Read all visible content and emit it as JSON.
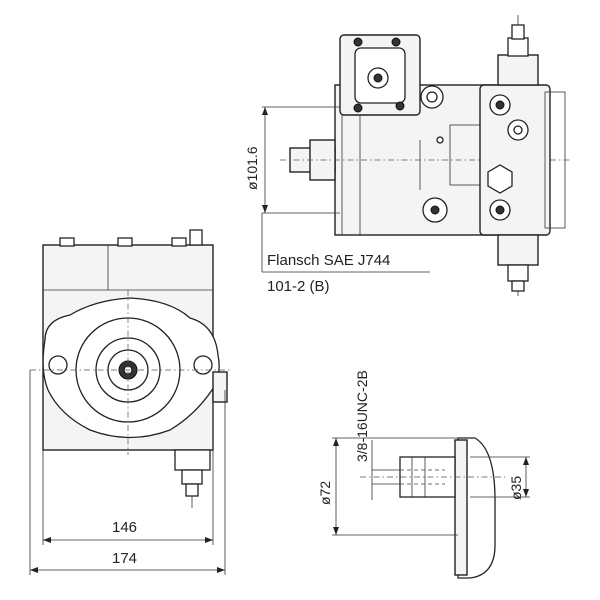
{
  "labels": {
    "dia_101": "ø101.6",
    "flange_line1": "Flansch SAE J744",
    "flange_line2": "101-2 (B)",
    "thread": "3/8-16UNC-2B",
    "dia_72": "ø72",
    "dia_35": "ø35",
    "dim_146": "146",
    "dim_174": "174"
  }
}
